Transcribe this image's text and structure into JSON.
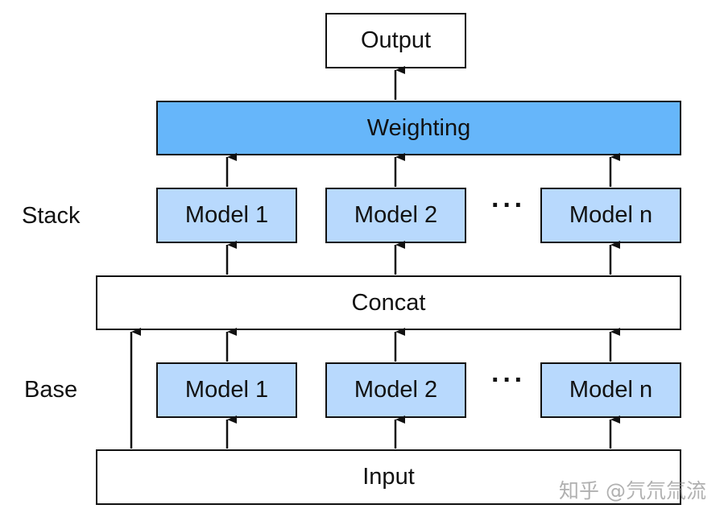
{
  "labels": {
    "stack": "Stack",
    "base": "Base"
  },
  "nodes": {
    "output": "Output",
    "weighting": "Weighting",
    "stack_models": [
      "Model 1",
      "Model 2",
      "Model n"
    ],
    "concat": "Concat",
    "base_models": [
      "Model 1",
      "Model 2",
      "Model n"
    ],
    "input": "Input"
  },
  "ellipsis": "···",
  "watermark": "知乎 @氕氘氚流",
  "colors": {
    "dark_blue": "#66b6fa",
    "light_blue": "#b8d9fd",
    "border": "#111111"
  }
}
